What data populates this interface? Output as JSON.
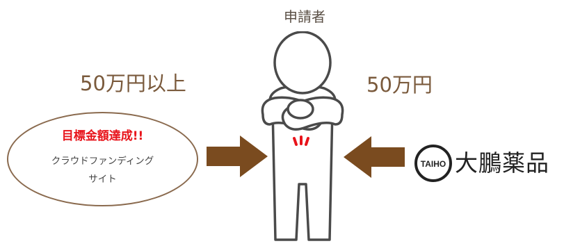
{
  "applicant_label": "申請者",
  "left_amount": "50万円以上",
  "right_amount": "50万円",
  "crowdfunding": {
    "goal_text": "目標金額達成!!",
    "site_line1": "クラウドファンディング",
    "site_line2": "サイト"
  },
  "sponsor": {
    "logo_text": "TAIHO",
    "name": "大鵬薬品"
  },
  "colors": {
    "arrow": "#7a4b1f",
    "accent_red": "#e8141b",
    "label_brown": "#7a5a3c"
  }
}
